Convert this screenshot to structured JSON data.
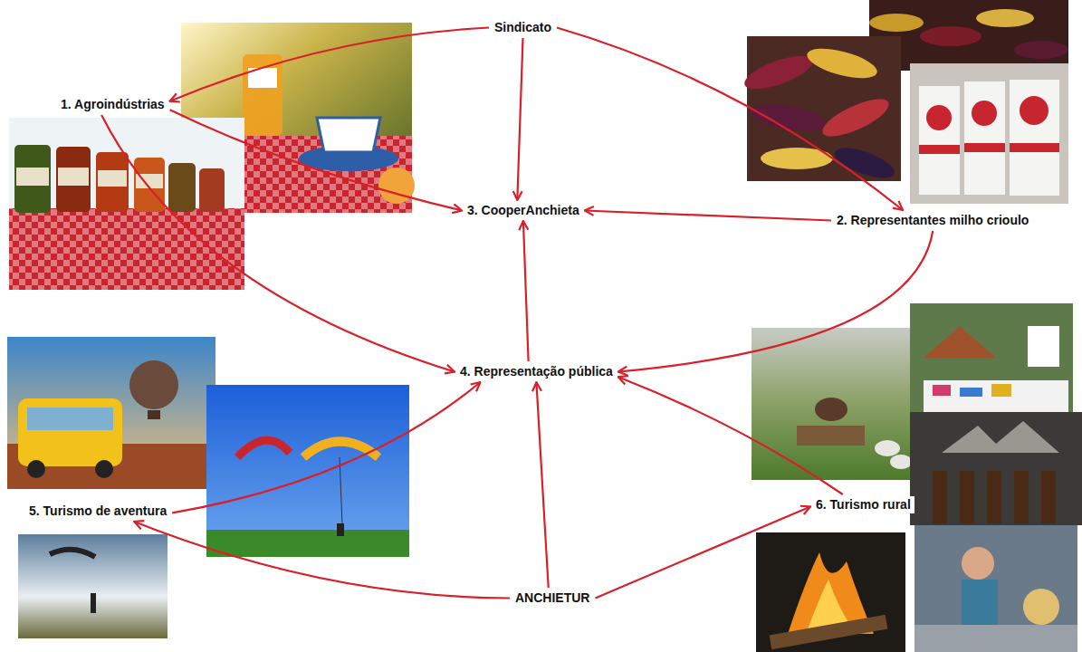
{
  "diagram": {
    "nodes": [
      {
        "text": [
          "Sindicato"
        ]
      },
      {
        "text": [
          "1. Agroindústrias"
        ]
      },
      {
        "text": [
          "3. CooperAnchieta"
        ]
      },
      {
        "text": [
          "2. Representantes milho crioulo"
        ]
      },
      {
        "text": [
          "4. Representação pública"
        ]
      },
      {
        "text": [
          "5. Turismo de aventura"
        ]
      },
      {
        "text": [
          "6. Turismo rural"
        ]
      },
      {
        "text": [
          "ANCHIETUR"
        ]
      }
    ],
    "edges": [
      {
        "from": 0,
        "to": 1,
        "arrow": "to"
      },
      {
        "from": 0,
        "to": 2,
        "arrow": "to"
      },
      {
        "from": 0,
        "to": 3,
        "arrow": "to"
      },
      {
        "from": 1,
        "to": 2,
        "arrow": "to"
      },
      {
        "from": 1,
        "to": 4,
        "arrow": "to"
      },
      {
        "from": 3,
        "to": 2,
        "arrow": "to"
      },
      {
        "from": 3,
        "to": 4,
        "arrow": "to"
      },
      {
        "from": 4,
        "to": 2,
        "arrow": "to"
      },
      {
        "from": 5,
        "to": 4,
        "arrow": "to"
      },
      {
        "from": 7,
        "to": 4,
        "arrow": "to"
      },
      {
        "from": 7,
        "to": 5,
        "arrow": "to"
      },
      {
        "from": 7,
        "to": 6,
        "arrow": "to"
      },
      {
        "from": 6,
        "to": 4,
        "arrow": "to"
      }
    ]
  }
}
